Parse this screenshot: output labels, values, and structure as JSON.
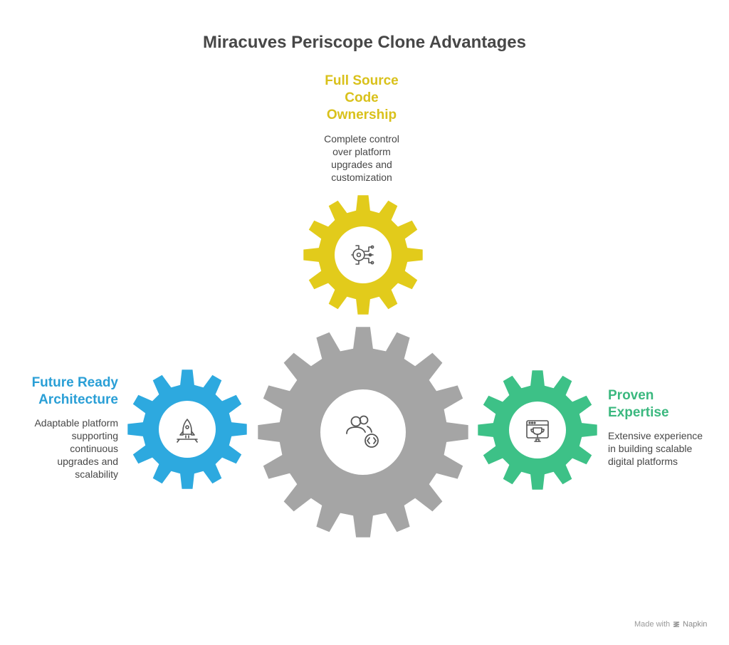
{
  "title": "Miracuves Periscope Clone Advantages",
  "nodes": {
    "source": {
      "heading": [
        "Full Source",
        "Code",
        "Ownership"
      ],
      "description": [
        "Complete control",
        "over platform",
        "upgrades and",
        "customization"
      ],
      "color": "#E2CB1B",
      "icon": "key-circuit-icon"
    },
    "architecture": {
      "heading": [
        "Future Ready",
        "Architecture"
      ],
      "description": [
        "Adaptable platform",
        "supporting",
        "continuous",
        "upgrades and",
        "scalability"
      ],
      "color": "#2DA9DF",
      "icon": "rocket-launch-icon"
    },
    "expertise": {
      "heading": [
        "Proven",
        "Expertise"
      ],
      "description": [
        "Extensive experience",
        "in building scalable",
        "digital platforms"
      ],
      "color": "#3DC187",
      "icon": "trophy-window-icon"
    },
    "center": {
      "color": "#A5A5A5",
      "icon": "developers-code-icon"
    }
  },
  "footer": {
    "prefix": "Made with",
    "brand": "Napkin"
  }
}
